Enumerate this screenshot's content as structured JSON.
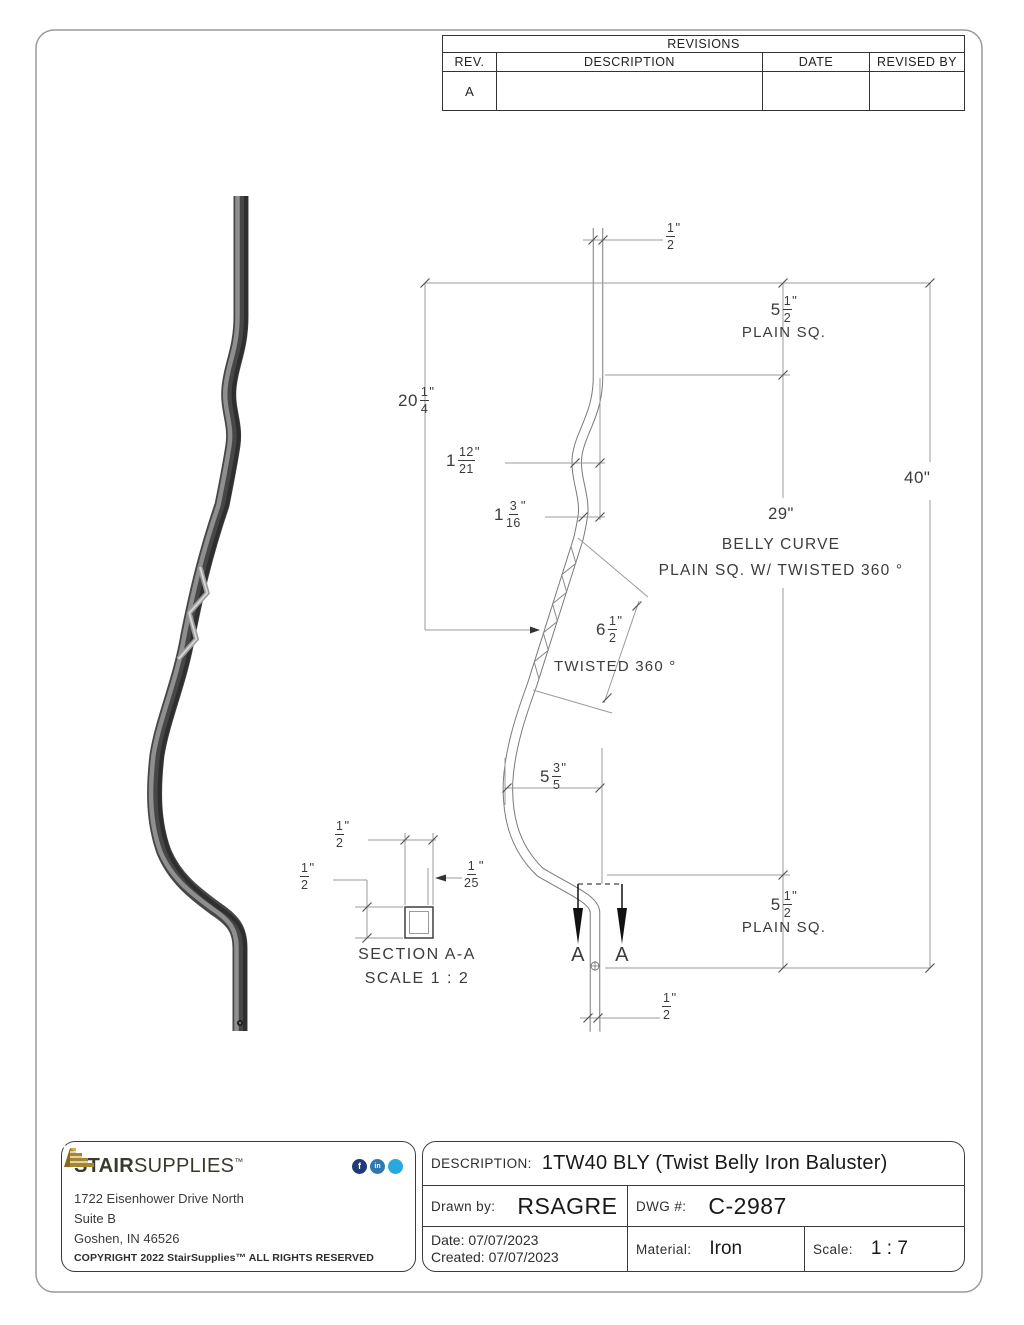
{
  "revisions": {
    "title": "REVISIONS",
    "columns": [
      "REV.",
      "DESCRIPTION",
      "DATE",
      "REVISED BY"
    ],
    "rows": [
      {
        "rev": "A",
        "description": "",
        "date": "",
        "revised_by": ""
      }
    ]
  },
  "dimensions": {
    "top_width": {
      "whole": "",
      "num": "1",
      "den": "2",
      "unit": "\""
    },
    "top_plain": {
      "whole": "5",
      "num": "1",
      "den": "2",
      "unit": "\"",
      "label": "PLAIN SQ."
    },
    "upper_curve": {
      "whole": "20",
      "num": "1",
      "den": "4",
      "unit": "\""
    },
    "curve_offset1": {
      "whole": "1",
      "num": "12",
      "den": "21",
      "unit": "\""
    },
    "curve_offset2": {
      "whole": "1",
      "num": "3",
      "den": "16",
      "unit": "\""
    },
    "overall": {
      "value": "40\""
    },
    "belly": {
      "value": "29\"",
      "line2": "BELLY CURVE",
      "line3": "PLAIN SQ. W/ TWISTED 360 °"
    },
    "twist": {
      "whole": "6",
      "num": "1",
      "den": "2",
      "unit": "\"",
      "label": "TWISTED 360 °"
    },
    "belly_offset": {
      "whole": "5",
      "num": "3",
      "den": "5",
      "unit": "\""
    },
    "bottom_plain": {
      "whole": "5",
      "num": "1",
      "den": "2",
      "unit": "\"",
      "label": "PLAIN SQ."
    },
    "bottom_width": {
      "whole": "",
      "num": "1",
      "den": "2",
      "unit": "\""
    }
  },
  "section": {
    "title": "SECTION A-A",
    "scale": "SCALE 1 : 2",
    "dim_top": {
      "whole": "",
      "num": "1",
      "den": "2",
      "unit": "\""
    },
    "dim_left": {
      "whole": "",
      "num": "1",
      "den": "2",
      "unit": "\""
    },
    "dim_wall": {
      "whole": "",
      "num": "1",
      "den": "25",
      "unit": "\""
    },
    "marker": "A"
  },
  "title_block": {
    "brand": {
      "bold": "STAIR",
      "rest": "SUPPLIES",
      "tm": "™"
    },
    "social_icons": [
      "facebook-icon",
      "linkedin-icon",
      "twitter-icon"
    ],
    "address": [
      "1722 Eisenhower Drive North",
      "Suite B",
      "Goshen, IN 46526"
    ],
    "copyright": "COPYRIGHT 2022 StairSupplies™ ALL RIGHTS RESERVED",
    "description_label": "DESCRIPTION:",
    "description": "1TW40 BLY (Twist Belly Iron Baluster)",
    "drawn_by_label": "Drawn by:",
    "drawn_by": "RSAGRE",
    "dwg_label": "DWG #:",
    "dwg_number": "C-2987",
    "date": "Date: 07/07/2023",
    "created": "Created: 07/07/2023",
    "material_label": "Material:",
    "material": "Iron",
    "scale_label": "Scale:",
    "scale": "1 : 7"
  },
  "colors": {
    "line_gray": "#999999",
    "outline_gray": "#7a7a7a",
    "text_dark": "#3c3c3c",
    "metal_dark": "#4a4a4a",
    "metal_light": "#909090",
    "brand_gold": "#a8842c",
    "facebook_blue": "#1d3c78",
    "linkedin_blue": "#2e77b5",
    "twitter_blue": "#29a8e0"
  }
}
